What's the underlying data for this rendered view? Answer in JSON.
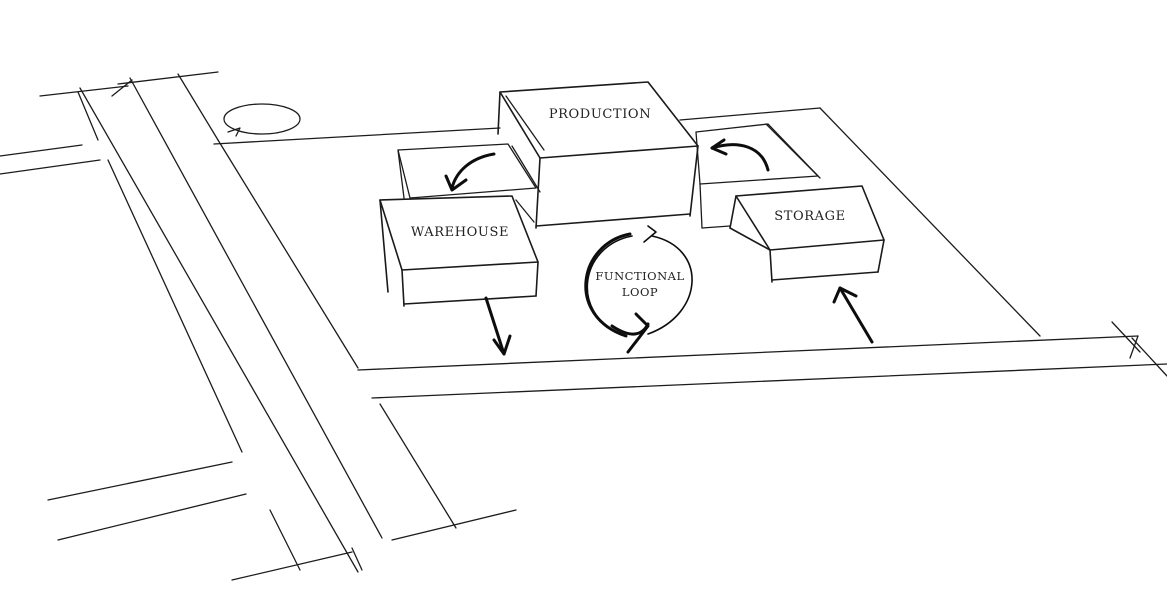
{
  "diagram": {
    "labels": {
      "production": "PRODUCTION",
      "warehouse": "WAREHOUSE",
      "storage": "STORAGE",
      "loop_line1": "FUNCTIONAL",
      "loop_line2": "LOOP"
    },
    "colors": {
      "ink": "#1c1c1c",
      "paper": "#ffffff"
    },
    "icons": [
      "circular-arrow-icon",
      "curved-arrow-icon",
      "straight-arrow-icon"
    ]
  }
}
